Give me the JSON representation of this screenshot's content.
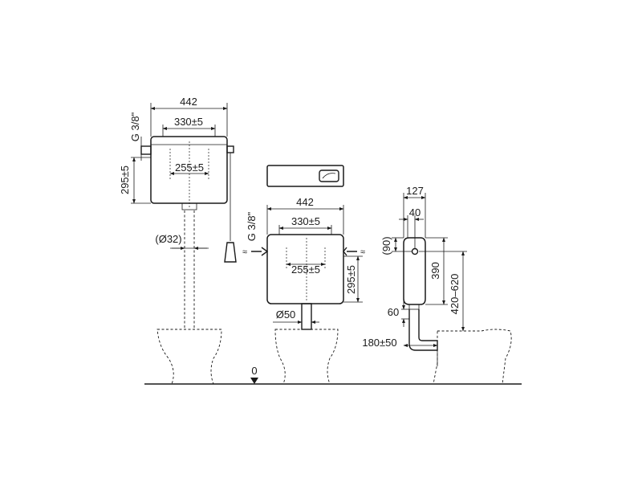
{
  "colors": {
    "line": "#1a1a1a",
    "background": "#ffffff"
  },
  "left": {
    "width": "442",
    "connection": "G 3/8\"",
    "mount_distance": "330±5",
    "inner_distance": "255±5",
    "height": "295±5",
    "pipe": "(Ø32)"
  },
  "middle": {
    "width": "442",
    "connection": "G 3/8\"",
    "mount_distance": "330±5",
    "inner_distance": "255±5",
    "height": "295±5",
    "pipe": "Ø50"
  },
  "right": {
    "depth": "127",
    "offset": "40",
    "top": "(90)",
    "height": "390",
    "range": "420–620",
    "pipe": "60",
    "distance": "180±50"
  },
  "floor_level": "0"
}
